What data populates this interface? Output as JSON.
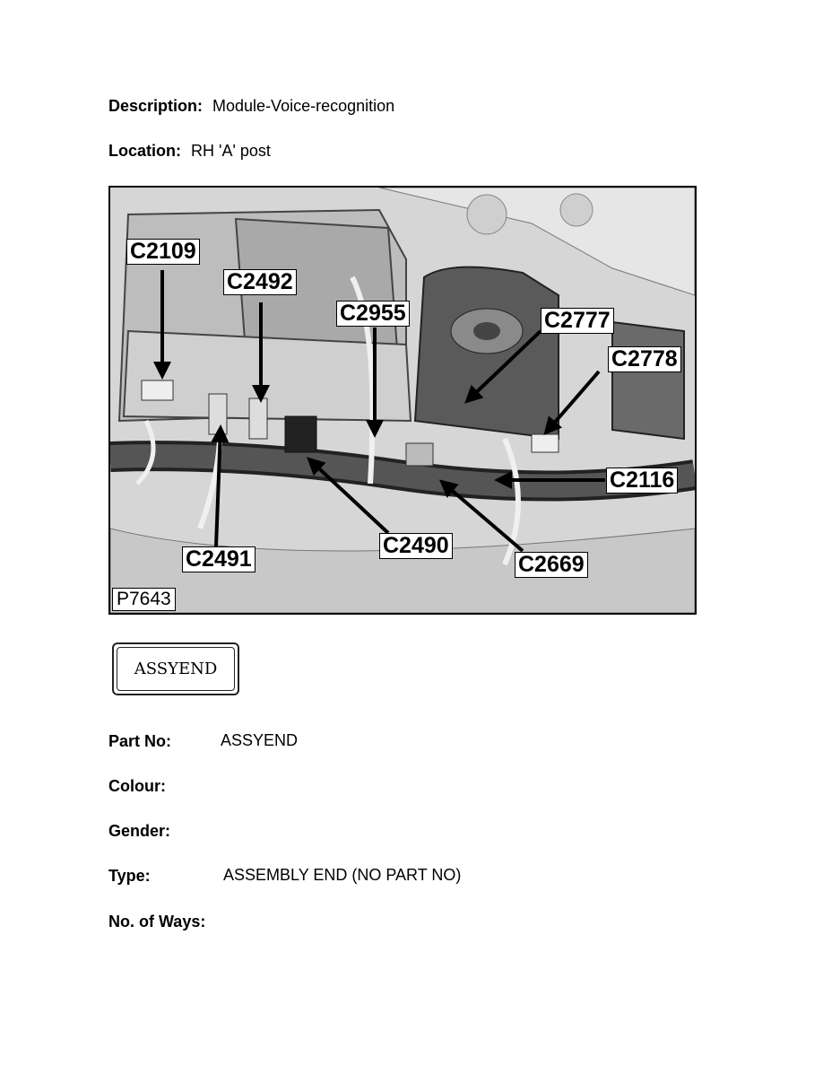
{
  "description": {
    "label": "Description:",
    "value": "Module-Voice-recognition"
  },
  "location": {
    "label": "Location:",
    "value": "RH 'A' post"
  },
  "figure": {
    "id": "P7643",
    "callouts": {
      "c2109": "C2109",
      "c2492": "C2492",
      "c2955": "C2955",
      "c2777": "C2777",
      "c2778": "C2778",
      "c2116": "C2116",
      "c2491": "C2491",
      "c2490": "C2490",
      "c2669": "C2669"
    }
  },
  "stamp": {
    "text": "ASSYEND"
  },
  "part_no": {
    "label": "Part No:",
    "value": "ASSYEND"
  },
  "colour": {
    "label": "Colour:",
    "value": ""
  },
  "gender": {
    "label": "Gender:",
    "value": ""
  },
  "type": {
    "label": "Type:",
    "value": "ASSEMBLY END (NO PART NO)"
  },
  "ways": {
    "label": "No. of Ways:",
    "value": ""
  }
}
